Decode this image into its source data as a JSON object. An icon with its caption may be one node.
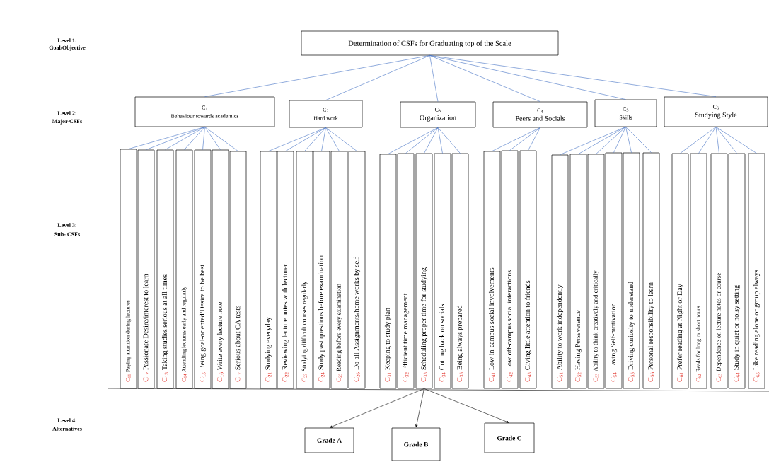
{
  "diagram": {
    "nodes": [
      {
        "text": [
          "Determination of CSFs for Graduating top of the Scale"
        ]
      },
      {
        "text": [
          "C$_{1}$",
          "Behaviour towards academics"
        ]
      },
      {
        "text": [
          "C$_{2}$",
          "Hard work"
        ]
      },
      {
        "text": [
          "C$_{3}$",
          "Organization"
        ]
      },
      {
        "text": [
          "C$_{4}$",
          "Peers and Socials"
        ]
      },
      {
        "text": [
          "C$_{5}$",
          "Skills"
        ]
      },
      {
        "text": [
          "C$_{6}$",
          "Studying Style"
        ]
      },
      {
        "text": [
          "C$_{11}$",
          "Paying attention during lectures"
        ]
      },
      {
        "text": [
          "C$_{12}$",
          "Passionate Desire/interest to learn"
        ]
      },
      {
        "text": [
          "C$_{13}$",
          "Taking studies serious at all times"
        ]
      },
      {
        "text": [
          "C$_{14}$",
          "Attending lectures early and regularly"
        ]
      },
      {
        "text": [
          "C$_{15}$",
          "Being goal-oriented/Desire to be best"
        ]
      },
      {
        "text": [
          "C$_{16}$",
          "Write every lecture note"
        ]
      },
      {
        "text": [
          "C$_{17}$",
          "Serious about CA tests"
        ]
      },
      {
        "text": [
          "C$_{21}$",
          "Studying everyday"
        ]
      },
      {
        "text": [
          "C$_{22}$",
          "Reviewing lecture notes with lecturer"
        ]
      },
      {
        "text": [
          "C$_{23}$",
          "Studying difficult courses regularly"
        ]
      },
      {
        "text": [
          "C$_{24}$",
          "Study past questions before examination"
        ]
      },
      {
        "text": [
          "C$_{25}$",
          "Reading before every examination"
        ]
      },
      {
        "text": [
          "C$_{26}$",
          "Do all Assignments/home works by self"
        ]
      },
      {
        "text": [
          "C$_{31}$",
          "Keeping to study plan"
        ]
      },
      {
        "text": [
          "C$_{32}$",
          "Efficient time management"
        ]
      },
      {
        "text": [
          "C$_{33}$",
          "Scheduling proper time for studying"
        ]
      },
      {
        "text": [
          "C$_{34}$",
          "Cutting back on socials"
        ]
      },
      {
        "text": [
          "C$_{35}$",
          "Being always prepared"
        ]
      },
      {
        "text": [
          "C$_{41}$",
          "Low in-campus social involvements"
        ]
      },
      {
        "text": [
          "C$_{42}$",
          "Low off-campus social interactions"
        ]
      },
      {
        "text": [
          "C$_{43}$",
          "Giving little attention to friends"
        ]
      },
      {
        "text": [
          "C$_{51}$",
          "Ability to work independently"
        ]
      },
      {
        "text": [
          "C$_{52}$",
          "Having Perseverance"
        ]
      },
      {
        "text": [
          "C$_{53}$",
          "Ability to think creatively and critically"
        ]
      },
      {
        "text": [
          "C$_{54}$",
          "Having Self-motivation"
        ]
      },
      {
        "text": [
          "C$_{55}$",
          "Driving curiosity to understand"
        ]
      },
      {
        "text": [
          "C$_{56}$",
          "Personal responsibility to learn"
        ]
      },
      {
        "text": [
          "C$_{61}$",
          "Prefer reading at Night or Day"
        ]
      },
      {
        "text": [
          "C$_{62}$",
          "Reads for long or short hours"
        ]
      },
      {
        "text": [
          "C$_{63}$",
          "Dependence on lecture notes or course"
        ]
      },
      {
        "text": [
          "C$_{64}$",
          "Study in quiet or noisy setting"
        ]
      },
      {
        "text": [
          "C$_{65}$",
          "Like reading alone or group always"
        ]
      },
      {
        "text": [
          "Grade A"
        ]
      },
      {
        "text": [
          "Grade B"
        ]
      },
      {
        "text": [
          "Grade C"
        ]
      }
    ],
    "edges": [
      {
        "from": 0,
        "to": 1,
        "arrow": "none"
      },
      {
        "from": 0,
        "to": 2,
        "arrow": "none"
      },
      {
        "from": 0,
        "to": 3,
        "arrow": "none"
      },
      {
        "from": 0,
        "to": 4,
        "arrow": "none"
      },
      {
        "from": 0,
        "to": 5,
        "arrow": "none"
      },
      {
        "from": 0,
        "to": 6,
        "arrow": "none"
      },
      {
        "from": 1,
        "to": 7,
        "arrow": "none"
      },
      {
        "from": 1,
        "to": 8,
        "arrow": "none"
      },
      {
        "from": 1,
        "to": 9,
        "arrow": "none"
      },
      {
        "from": 1,
        "to": 10,
        "arrow": "none"
      },
      {
        "from": 1,
        "to": 11,
        "arrow": "none"
      },
      {
        "from": 1,
        "to": 12,
        "arrow": "none"
      },
      {
        "from": 1,
        "to": 13,
        "arrow": "none"
      },
      {
        "from": 2,
        "to": 14,
        "arrow": "none"
      },
      {
        "from": 2,
        "to": 15,
        "arrow": "none"
      },
      {
        "from": 2,
        "to": 16,
        "arrow": "none"
      },
      {
        "from": 2,
        "to": 17,
        "arrow": "none"
      },
      {
        "from": 2,
        "to": 18,
        "arrow": "none"
      },
      {
        "from": 2,
        "to": 19,
        "arrow": "none"
      },
      {
        "from": 3,
        "to": 20,
        "arrow": "none"
      },
      {
        "from": 3,
        "to": 21,
        "arrow": "none"
      },
      {
        "from": 3,
        "to": 22,
        "arrow": "none"
      },
      {
        "from": 3,
        "to": 23,
        "arrow": "none"
      },
      {
        "from": 3,
        "to": 24,
        "arrow": "none"
      },
      {
        "from": 4,
        "to": 25,
        "arrow": "none"
      },
      {
        "from": 4,
        "to": 26,
        "arrow": "none"
      },
      {
        "from": 4,
        "to": 27,
        "arrow": "none"
      },
      {
        "from": 5,
        "to": 28,
        "arrow": "none"
      },
      {
        "from": 5,
        "to": 29,
        "arrow": "none"
      },
      {
        "from": 5,
        "to": 30,
        "arrow": "none"
      },
      {
        "from": 5,
        "to": 31,
        "arrow": "none"
      },
      {
        "from": 5,
        "to": 32,
        "arrow": "none"
      },
      {
        "from": 5,
        "to": 33,
        "arrow": "none"
      },
      {
        "from": 6,
        "to": 34,
        "arrow": "none"
      },
      {
        "from": 6,
        "to": 35,
        "arrow": "none"
      },
      {
        "from": 6,
        "to": 36,
        "arrow": "none"
      },
      {
        "from": 6,
        "to": 37,
        "arrow": "none"
      },
      {
        "from": 6,
        "to": 38,
        "arrow": "none"
      },
      {
        "from": 22,
        "to": 39,
        "arrow": "to",
        "color": "#000000"
      },
      {
        "from": 22,
        "to": 40,
        "arrow": "to",
        "color": "#000000"
      },
      {
        "from": 22,
        "to": 41,
        "arrow": "to",
        "color": "#000000"
      }
    ],
    "labels": [
      "Level 1:",
      "Goal/Objective",
      "Level 2:",
      "Major-CSFs",
      "Level 3:",
      "Sub- CSFs",
      "Level 4:",
      "Alternatives"
    ]
  }
}
